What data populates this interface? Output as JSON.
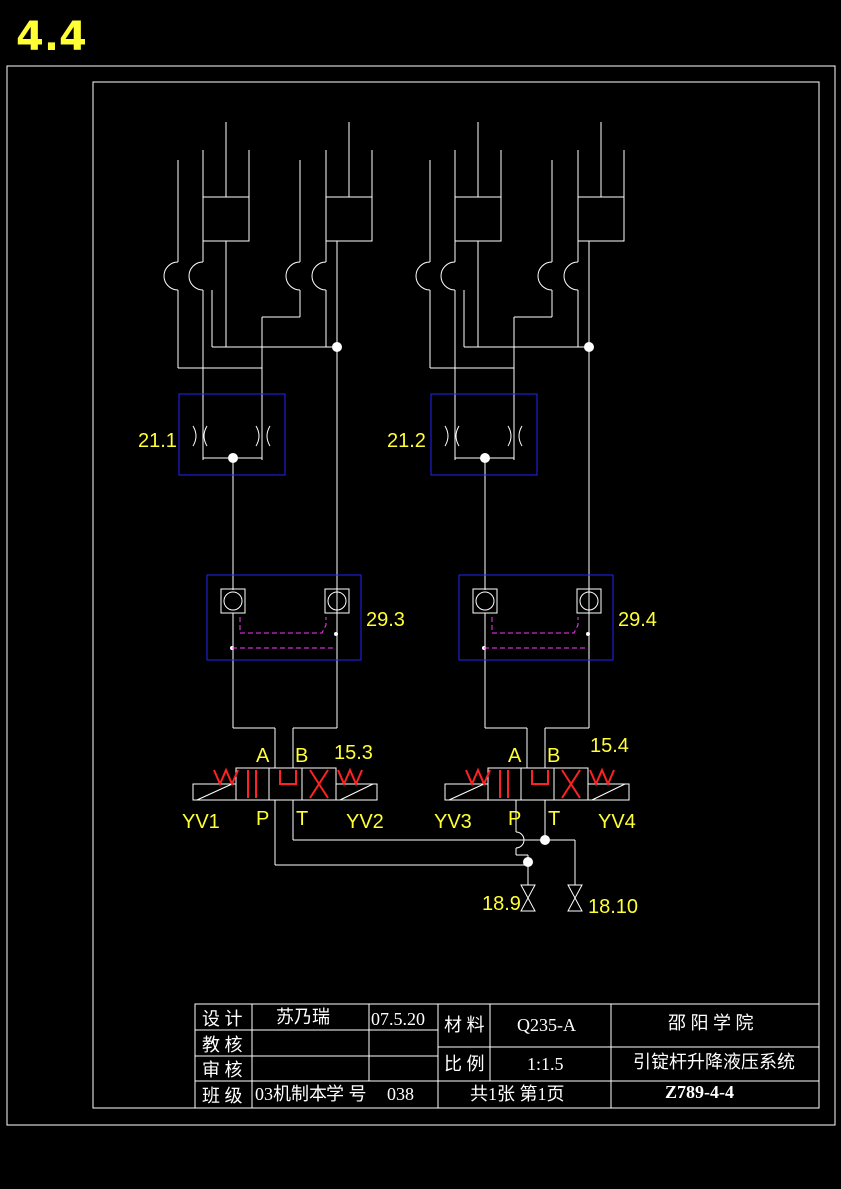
{
  "page": {
    "number": "4.4"
  },
  "diagram": {
    "accumulators": [
      "21.1",
      "21.2"
    ],
    "check_valve_blocks": [
      "29.3",
      "29.4"
    ],
    "directional_valves": [
      {
        "id": "15.3",
        "ports": {
          "a": "A",
          "b": "B",
          "p": "P",
          "t": "T"
        },
        "solenoid_left": "YV1",
        "solenoid_right": "YV2"
      },
      {
        "id": "15.4",
        "ports": {
          "a": "A",
          "b": "B",
          "p": "P",
          "t": "T"
        },
        "solenoid_left": "YV3",
        "solenoid_right": "YV4"
      }
    ],
    "supply_valves": [
      "18.9",
      "18.10"
    ]
  },
  "title_block": {
    "design_label": "设 计",
    "designer": "苏乃瑞",
    "date": "07.5.20",
    "material_label": "材 料",
    "material": "Q235-A",
    "school": "邵 阳 学 院",
    "teacher_label": "教 核",
    "review_label": "审 核",
    "scale_label": "比 例",
    "scale": "1:1.5",
    "drawing_title": "引锭杆升降液压系统",
    "class_label": "班 级",
    "class_value": "03机制本",
    "student_no_label": "学 号",
    "student_no": "038",
    "sheets": "共1张 第1页",
    "drawing_no": "Z789-4-4"
  },
  "colors": {
    "lines": "#ffffff",
    "labels": "#ffff33",
    "blocks": "#2222ff",
    "pilot": "#ff33ff",
    "valve_marks": "#ff2222"
  }
}
